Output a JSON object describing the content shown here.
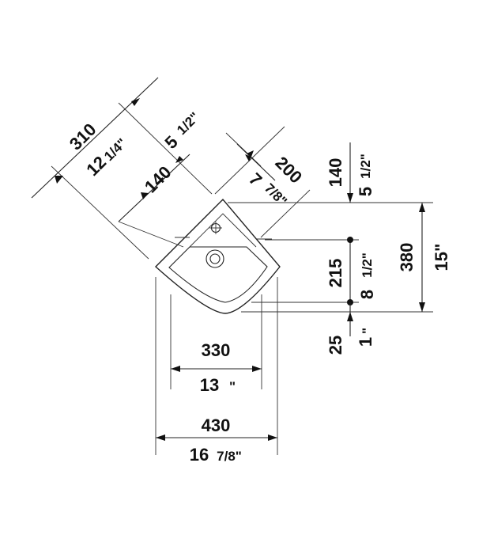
{
  "dimensions": {
    "width_total": {
      "mm": "430",
      "inch_whole": "16",
      "inch_frac": "7/8\""
    },
    "width_bowl": {
      "mm": "330",
      "inch_whole": "13",
      "inch_frac": "\""
    },
    "height_total": {
      "mm": "380",
      "inch_whole": "15\""
    },
    "hole_offset": {
      "mm": "215",
      "inch_whole": "8",
      "inch_frac": "1/2\""
    },
    "hole_bottom": {
      "mm": "25",
      "inch_whole": "1",
      "inch_frac": "\""
    },
    "top_offset": {
      "mm": "140",
      "inch_whole": "5",
      "inch_frac": "1/2\""
    },
    "diag_total": {
      "mm": "310",
      "inch_whole": "12",
      "inch_frac": "1/4\""
    },
    "diag_inner": {
      "mm": "140",
      "inch_whole": "5",
      "inch_frac": "1/2\""
    },
    "diag_right": {
      "mm": "200",
      "inch_whole": "7",
      "inch_frac": "7/8\""
    }
  }
}
